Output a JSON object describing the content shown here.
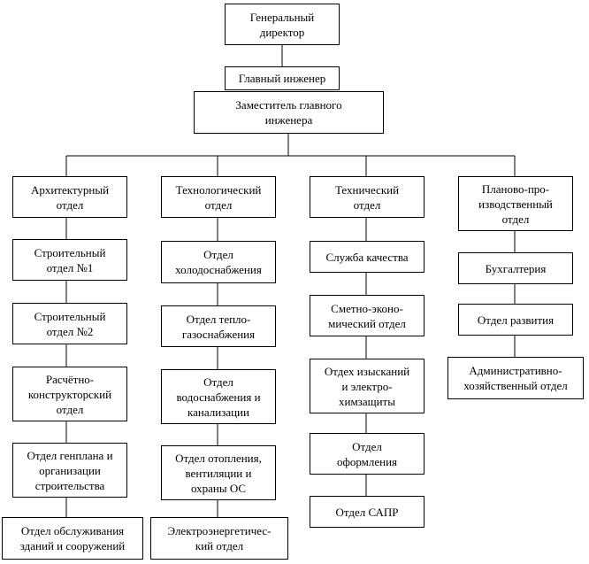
{
  "org": {
    "ceo": "Генеральный\nдиректор",
    "chief_engineer": "Главный инженер",
    "deputy": "Заместитель главного\nинженера",
    "columns": [
      {
        "head": "Архитектурный\nотдел",
        "items": [
          "Строительный\nотдел №1",
          "Строительный\nотдел №2",
          "Расчётно-\nконструкторский\nотдел",
          "Отдел генплана и\nорганизации\nстроительства",
          "Отдел обслуживания\nзданий и сооружений"
        ]
      },
      {
        "head": "Технологический\nотдел",
        "items": [
          "Отдел\nхолодоснабжения",
          "Отдел тепло-\nгазоснабжения",
          "Отдел\nводоснабжения и\nканализации",
          "Отдел отопления,\nвентиляции  и\nохраны ОС",
          "Электроэнергетичес-\nкий отдел"
        ]
      },
      {
        "head": "Технический\nотдел",
        "items": [
          "Служба качества",
          "Сметно-эконо-\nмический отдел",
          "Отдех изысканий\nи электро-\nхимзащиты",
          "Отдел\nоформления",
          "Отдел САПР"
        ]
      },
      {
        "head": "Планово-про-\nизводственный\nотдел",
        "items": [
          "Бухгалтерия",
          "Отдел развития",
          "Административно-\nхозяйственный отдел"
        ]
      }
    ]
  }
}
